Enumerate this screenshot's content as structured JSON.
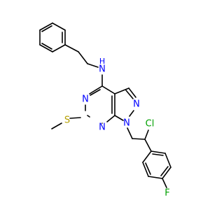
{
  "molecule": {
    "atoms": {
      "nh": {
        "text": "N",
        "sub": "H",
        "color": "#0000ff"
      },
      "n_py1": {
        "text": "N",
        "color": "#0000ff"
      },
      "n_py2": {
        "text": "N",
        "color": "#0000ff"
      },
      "n_pz1": {
        "text": "N",
        "color": "#0000ff"
      },
      "n_pz2": {
        "text": "N",
        "color": "#0000ff"
      },
      "s": {
        "text": "S",
        "color": "#b5a000"
      },
      "cl": {
        "text": "Cl",
        "color": "#00a000"
      },
      "f": {
        "text": "F",
        "color": "#00a000"
      }
    }
  }
}
